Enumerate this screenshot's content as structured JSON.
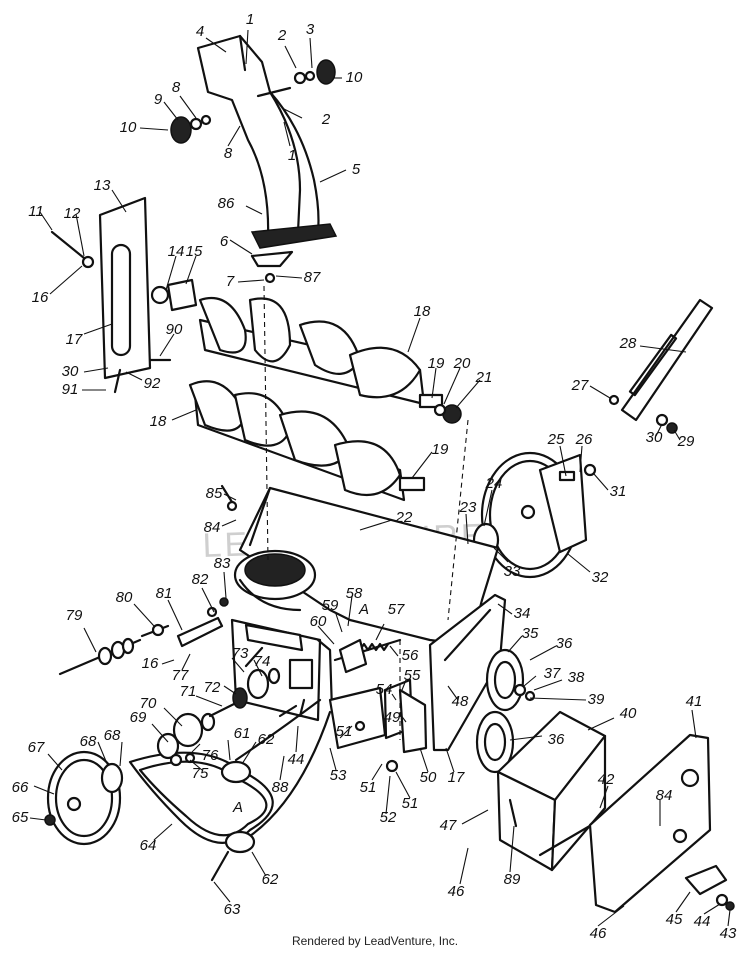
{
  "footer": "Rendered by LeadVenture, Inc.",
  "watermark": "LEADVENTURE",
  "callouts": [
    {
      "id": "c1a",
      "text": "1"
    },
    {
      "id": "c4",
      "text": "4"
    },
    {
      "id": "c2a",
      "text": "2"
    },
    {
      "id": "c3",
      "text": "3"
    },
    {
      "id": "c10a",
      "text": "10"
    },
    {
      "id": "c8a",
      "text": "8"
    },
    {
      "id": "c9",
      "text": "9"
    },
    {
      "id": "c10b",
      "text": "10"
    },
    {
      "id": "c2b",
      "text": "2"
    },
    {
      "id": "c8b",
      "text": "8"
    },
    {
      "id": "c1b",
      "text": "1"
    },
    {
      "id": "c5",
      "text": "5"
    },
    {
      "id": "c13",
      "text": "13"
    },
    {
      "id": "c11",
      "text": "11"
    },
    {
      "id": "c12",
      "text": "12"
    },
    {
      "id": "c86",
      "text": "86"
    },
    {
      "id": "c6",
      "text": "6"
    },
    {
      "id": "c14",
      "text": "14"
    },
    {
      "id": "c15",
      "text": "15"
    },
    {
      "id": "c16a",
      "text": "16"
    },
    {
      "id": "c7",
      "text": "7"
    },
    {
      "id": "c87",
      "text": "87"
    },
    {
      "id": "c17a",
      "text": "17"
    },
    {
      "id": "c90",
      "text": "90"
    },
    {
      "id": "c30a",
      "text": "30"
    },
    {
      "id": "c92",
      "text": "92"
    },
    {
      "id": "c91",
      "text": "91"
    },
    {
      "id": "c18a",
      "text": "18"
    },
    {
      "id": "c28",
      "text": "28"
    },
    {
      "id": "c19a",
      "text": "19"
    },
    {
      "id": "c20",
      "text": "20"
    },
    {
      "id": "c21",
      "text": "21"
    },
    {
      "id": "c27",
      "text": "27"
    },
    {
      "id": "c18b",
      "text": "18"
    },
    {
      "id": "c30b",
      "text": "30"
    },
    {
      "id": "c29",
      "text": "29"
    },
    {
      "id": "c25",
      "text": "25"
    },
    {
      "id": "c26",
      "text": "26"
    },
    {
      "id": "c19b",
      "text": "19"
    },
    {
      "id": "c31",
      "text": "31"
    },
    {
      "id": "c85",
      "text": "85"
    },
    {
      "id": "c24",
      "text": "24"
    },
    {
      "id": "c22",
      "text": "22"
    },
    {
      "id": "c84a",
      "text": "84"
    },
    {
      "id": "c23",
      "text": "23"
    },
    {
      "id": "c33",
      "text": "33"
    },
    {
      "id": "c32",
      "text": "32"
    },
    {
      "id": "c83",
      "text": "83"
    },
    {
      "id": "c82",
      "text": "82"
    },
    {
      "id": "c80",
      "text": "80"
    },
    {
      "id": "c81",
      "text": "81"
    },
    {
      "id": "c79",
      "text": "79"
    },
    {
      "id": "c59",
      "text": "59"
    },
    {
      "id": "c58",
      "text": "58"
    },
    {
      "id": "cA1",
      "text": "A"
    },
    {
      "id": "c57",
      "text": "57"
    },
    {
      "id": "c34",
      "text": "34"
    },
    {
      "id": "c60",
      "text": "60"
    },
    {
      "id": "c16b",
      "text": "16"
    },
    {
      "id": "c77",
      "text": "77"
    },
    {
      "id": "c73",
      "text": "73"
    },
    {
      "id": "c74",
      "text": "74"
    },
    {
      "id": "c35",
      "text": "35"
    },
    {
      "id": "c36a",
      "text": "36"
    },
    {
      "id": "c56",
      "text": "56"
    },
    {
      "id": "c72",
      "text": "72"
    },
    {
      "id": "c71",
      "text": "71"
    },
    {
      "id": "c55",
      "text": "55"
    },
    {
      "id": "c54",
      "text": "54"
    },
    {
      "id": "c37",
      "text": "37"
    },
    {
      "id": "c38",
      "text": "38"
    },
    {
      "id": "c48",
      "text": "48"
    },
    {
      "id": "c39",
      "text": "39"
    },
    {
      "id": "c70",
      "text": "70"
    },
    {
      "id": "c69",
      "text": "69"
    },
    {
      "id": "c49",
      "text": "49"
    },
    {
      "id": "c40",
      "text": "40"
    },
    {
      "id": "c41",
      "text": "41"
    },
    {
      "id": "c68a",
      "text": "68"
    },
    {
      "id": "c68b",
      "text": "68"
    },
    {
      "id": "c61",
      "text": "61"
    },
    {
      "id": "c62a",
      "text": "62"
    },
    {
      "id": "c51a",
      "text": "51"
    },
    {
      "id": "c76",
      "text": "76"
    },
    {
      "id": "c67",
      "text": "67"
    },
    {
      "id": "c75",
      "text": "75"
    },
    {
      "id": "c44a",
      "text": "44"
    },
    {
      "id": "c36b",
      "text": "36"
    },
    {
      "id": "c53",
      "text": "53"
    },
    {
      "id": "c51b",
      "text": "51"
    },
    {
      "id": "c50",
      "text": "50"
    },
    {
      "id": "c17b",
      "text": "17"
    },
    {
      "id": "c88",
      "text": "88"
    },
    {
      "id": "c51c",
      "text": "51"
    },
    {
      "id": "c66",
      "text": "66"
    },
    {
      "id": "c42",
      "text": "42"
    },
    {
      "id": "c84b",
      "text": "84"
    },
    {
      "id": "cA2",
      "text": "A"
    },
    {
      "id": "c52",
      "text": "52"
    },
    {
      "id": "c65",
      "text": "65"
    },
    {
      "id": "c47",
      "text": "47"
    },
    {
      "id": "c64",
      "text": "64"
    },
    {
      "id": "c62b",
      "text": "62"
    },
    {
      "id": "c46a",
      "text": "46"
    },
    {
      "id": "c89",
      "text": "89"
    },
    {
      "id": "c63",
      "text": "63"
    },
    {
      "id": "c45",
      "text": "45"
    },
    {
      "id": "c44b",
      "text": "44"
    },
    {
      "id": "c43",
      "text": "43"
    },
    {
      "id": "c46b",
      "text": "46"
    }
  ]
}
